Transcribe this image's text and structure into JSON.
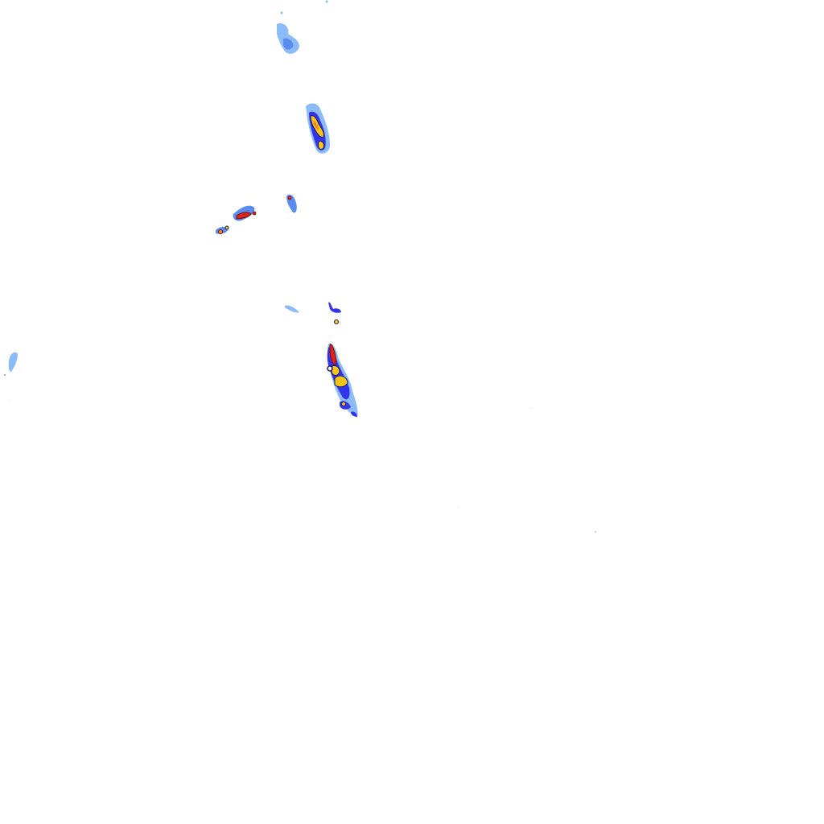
{
  "map": {
    "type": "weather-radar-overlay",
    "background_color": "#ffffff",
    "echo_palette": {
      "light_blue": "#8cbcf7",
      "blue": "#5a8cf0",
      "deep_blue": "#3434ec",
      "navy_edge": "#1a1a6e",
      "yellow": "#f5c518",
      "orange": "#f28a1e",
      "red": "#d8261c",
      "dark_red": "#7a1010"
    },
    "echo_cells": [
      "northern-light-patch",
      "main-northern-storm-cell",
      "small-western-line",
      "small-central-cell",
      "scattered-central-echoes",
      "main-southern-storm-line",
      "far-west-light-patch"
    ]
  }
}
